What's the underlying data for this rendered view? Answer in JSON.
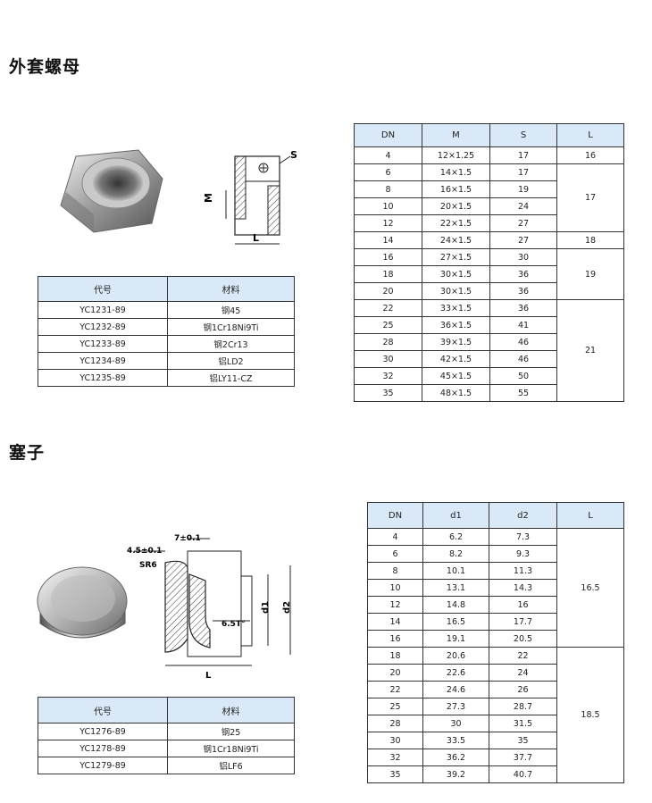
{
  "section1": {
    "title": "外套螺母",
    "material_table": {
      "headers": [
        "代号",
        "材料"
      ],
      "rows": [
        [
          "YC1231-89",
          "钢45"
        ],
        [
          "YC1232-89",
          "钢1Cr18Ni9Ti"
        ],
        [
          "YC1233-89",
          "钢2Cr13"
        ],
        [
          "YC1234-89",
          "铝LD2"
        ],
        [
          "YC1235-89",
          "铝LY11-CZ"
        ]
      ]
    },
    "drawing_labels": {
      "s": "S",
      "m": "M",
      "l": "L"
    },
    "spec_table": {
      "headers": [
        "DN",
        "M",
        "S",
        "L"
      ],
      "rows": [
        [
          "4",
          "12×1.25",
          "17"
        ],
        [
          "6",
          "14×1.5",
          "17"
        ],
        [
          "8",
          "16×1.5",
          "19"
        ],
        [
          "10",
          "20×1.5",
          "24"
        ],
        [
          "12",
          "22×1.5",
          "27"
        ],
        [
          "14",
          "24×1.5",
          "27"
        ],
        [
          "16",
          "27×1.5",
          "30"
        ],
        [
          "18",
          "30×1.5",
          "36"
        ],
        [
          "20",
          "30×1.5",
          "36"
        ],
        [
          "22",
          "33×1.5",
          "36"
        ],
        [
          "25",
          "36×1.5",
          "41"
        ],
        [
          "28",
          "39×1.5",
          "46"
        ],
        [
          "30",
          "42×1.5",
          "46"
        ],
        [
          "32",
          "45×1.5",
          "50"
        ],
        [
          "35",
          "48×1.5",
          "55"
        ]
      ],
      "l_groups": [
        {
          "value": "16",
          "span": 1
        },
        {
          "value": "17",
          "span": 4
        },
        {
          "value": "18",
          "span": 1
        },
        {
          "value": "19",
          "span": 3
        },
        {
          "value": "21",
          "span": 6
        }
      ]
    }
  },
  "section2": {
    "title": "塞子",
    "material_table": {
      "headers": [
        "代号",
        "材料"
      ],
      "rows": [
        [
          "YC1276-89",
          "钢25"
        ],
        [
          "YC1278-89",
          "钢1Cr18Ni9Ti"
        ],
        [
          "YC1279-89",
          "铝LF6"
        ]
      ]
    },
    "drawing_labels": {
      "dim_7": "7±0.1",
      "dim_45": "4.5±0.1",
      "sr6": "SR6",
      "angle": "6.5T°",
      "d1": "d1",
      "d2": "d2",
      "l": "L"
    },
    "spec_table": {
      "headers": [
        "DN",
        "d1",
        "d2",
        "L"
      ],
      "rows": [
        [
          "4",
          "6.2",
          "7.3"
        ],
        [
          "6",
          "8.2",
          "9.3"
        ],
        [
          "8",
          "10.1",
          "11.3"
        ],
        [
          "10",
          "13.1",
          "14.3"
        ],
        [
          "12",
          "14.8",
          "16"
        ],
        [
          "14",
          "16.5",
          "17.7"
        ],
        [
          "16",
          "19.1",
          "20.5"
        ],
        [
          "18",
          "20.6",
          "22"
        ],
        [
          "20",
          "22.6",
          "24"
        ],
        [
          "22",
          "24.6",
          "26"
        ],
        [
          "25",
          "27.3",
          "28.7"
        ],
        [
          "28",
          "30",
          "31.5"
        ],
        [
          "30",
          "33.5",
          "35"
        ],
        [
          "32",
          "36.2",
          "37.7"
        ],
        [
          "35",
          "39.2",
          "40.7"
        ]
      ],
      "l_groups": [
        {
          "value": "16.5",
          "span": 7
        },
        {
          "value": "18.5",
          "span": 8
        }
      ]
    }
  }
}
